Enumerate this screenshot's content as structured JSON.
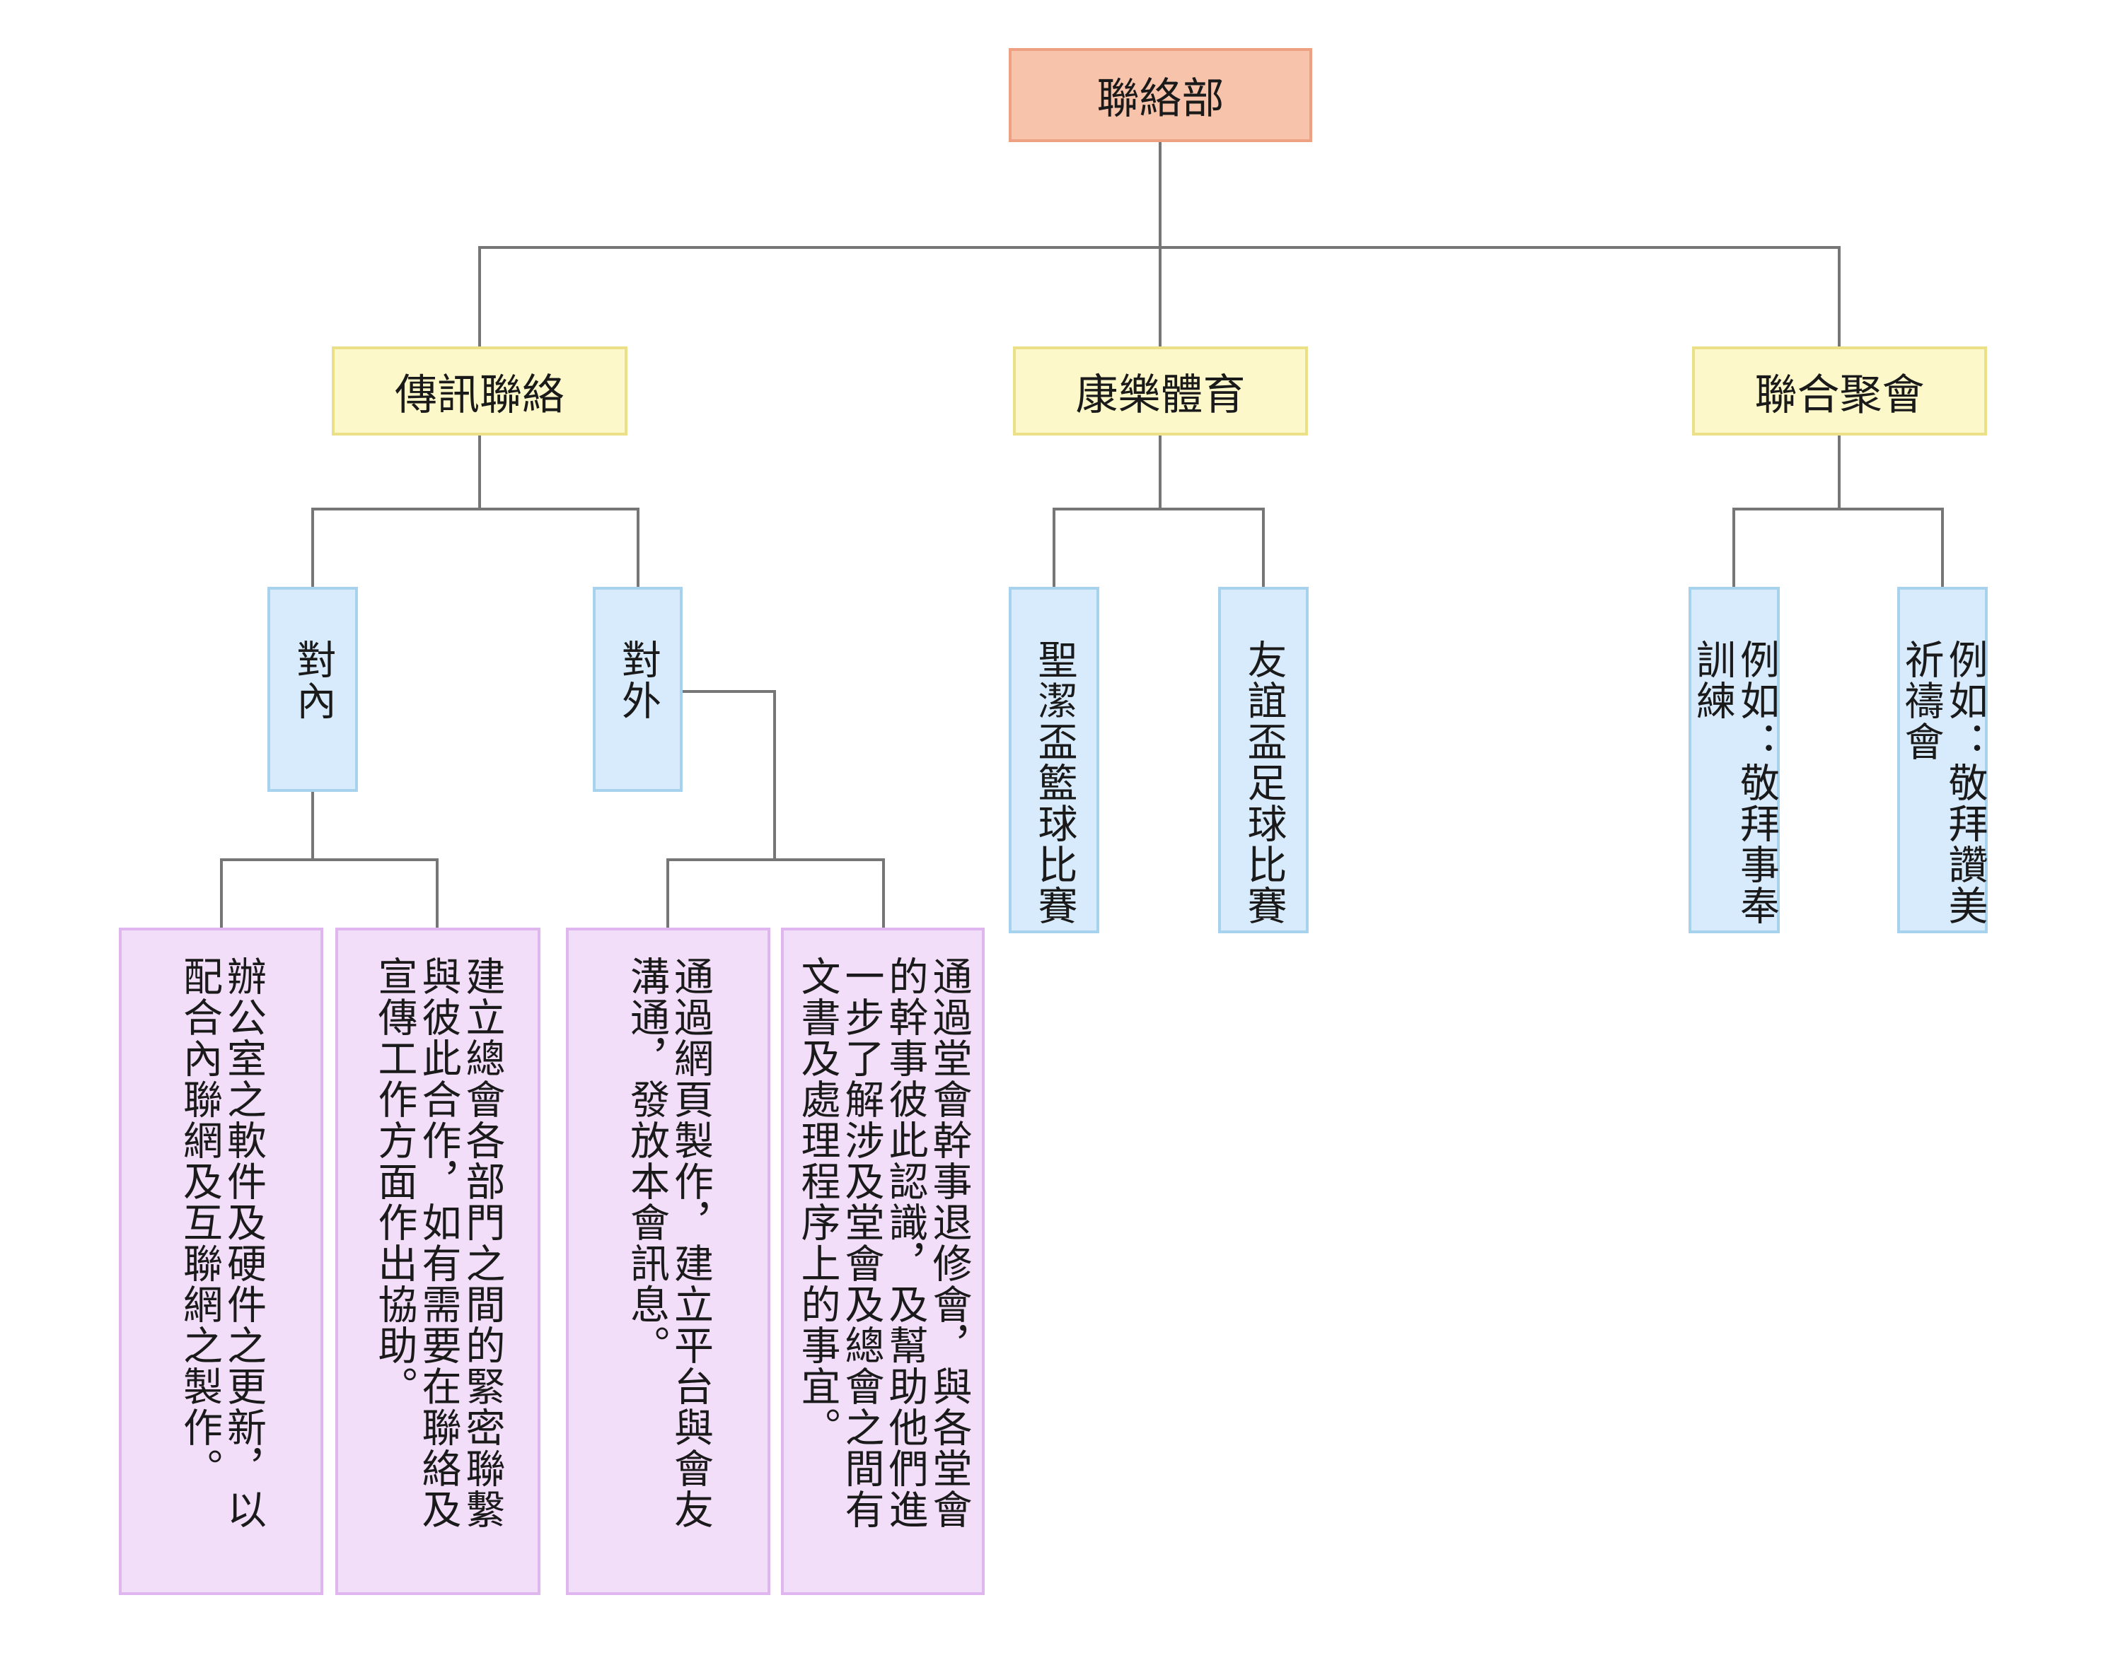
{
  "chart_data": {
    "type": "org-chart",
    "root": {
      "label": "聯絡部",
      "children": [
        {
          "label": "傳訊聯絡",
          "children": [
            {
              "label": "對內",
              "children": [
                {
                  "label": "辦公室之軟件及硬件之更新，以配合內聯網及互聯網之製作。"
                },
                {
                  "label": "建立總會各部門之間的緊密聯繫與彼此合作，如有需要在聯絡及宣傳工作方面作出協助。"
                }
              ]
            },
            {
              "label": "對外",
              "children": [
                {
                  "label": "通過網頁製作，建立平台與會友溝通，發放本會訊息。"
                },
                {
                  "label": "通過堂會幹事退修會，與各堂會的幹事彼此認識，及幫助他們進一步了解涉及堂會及總會之間有文書及處理程序上的事宜。"
                }
              ]
            }
          ]
        },
        {
          "label": "康樂體育",
          "children": [
            {
              "label": "聖潔盃籃球比賽"
            },
            {
              "label": "友誼盃足球比賽"
            }
          ]
        },
        {
          "label": "聯合聚會",
          "children": [
            {
              "label": "例如：敬拜事奉訓練"
            },
            {
              "label": "例如：敬拜讚美祈禱會"
            }
          ]
        }
      ]
    },
    "colors": {
      "root_fill": "#f8c3ab",
      "level1_fill": "#fdf8c9",
      "level2_fill": "#d8ebfc",
      "level3_fill": "#f2def9",
      "connector": "#767676"
    }
  }
}
